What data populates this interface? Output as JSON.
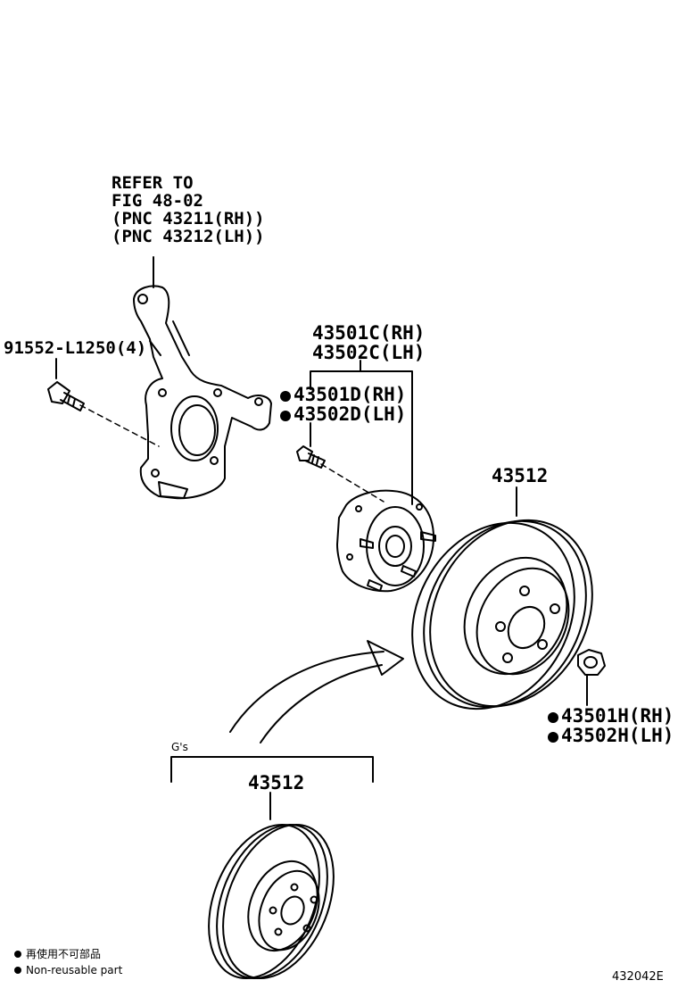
{
  "refer_note": {
    "line1": "REFER TO",
    "line2": "FIG 48-02",
    "line3": "(PNC 43211(RH))",
    "line4": "(PNC 43212(LH))"
  },
  "parts": {
    "knuckle_bolt": "91552-L1250(4)",
    "hub_rh": "43501C(RH)",
    "hub_lh": "43502C(LH)",
    "hub_bolt_rh": "43501D(RH)",
    "hub_bolt_lh": "43502D(LH)",
    "disc_main": "43512",
    "nut_rh": "43501H(RH)",
    "nut_lh": "43502H(LH)",
    "disc_gs": "43512"
  },
  "variant_label": "G's",
  "legend": {
    "non_reusable_cn": "再使用不可部品",
    "non_reusable_en": "Non-reusable part"
  },
  "figure_code": "432042E",
  "colors": {
    "ink": "#000000",
    "paper": "#ffffff"
  }
}
